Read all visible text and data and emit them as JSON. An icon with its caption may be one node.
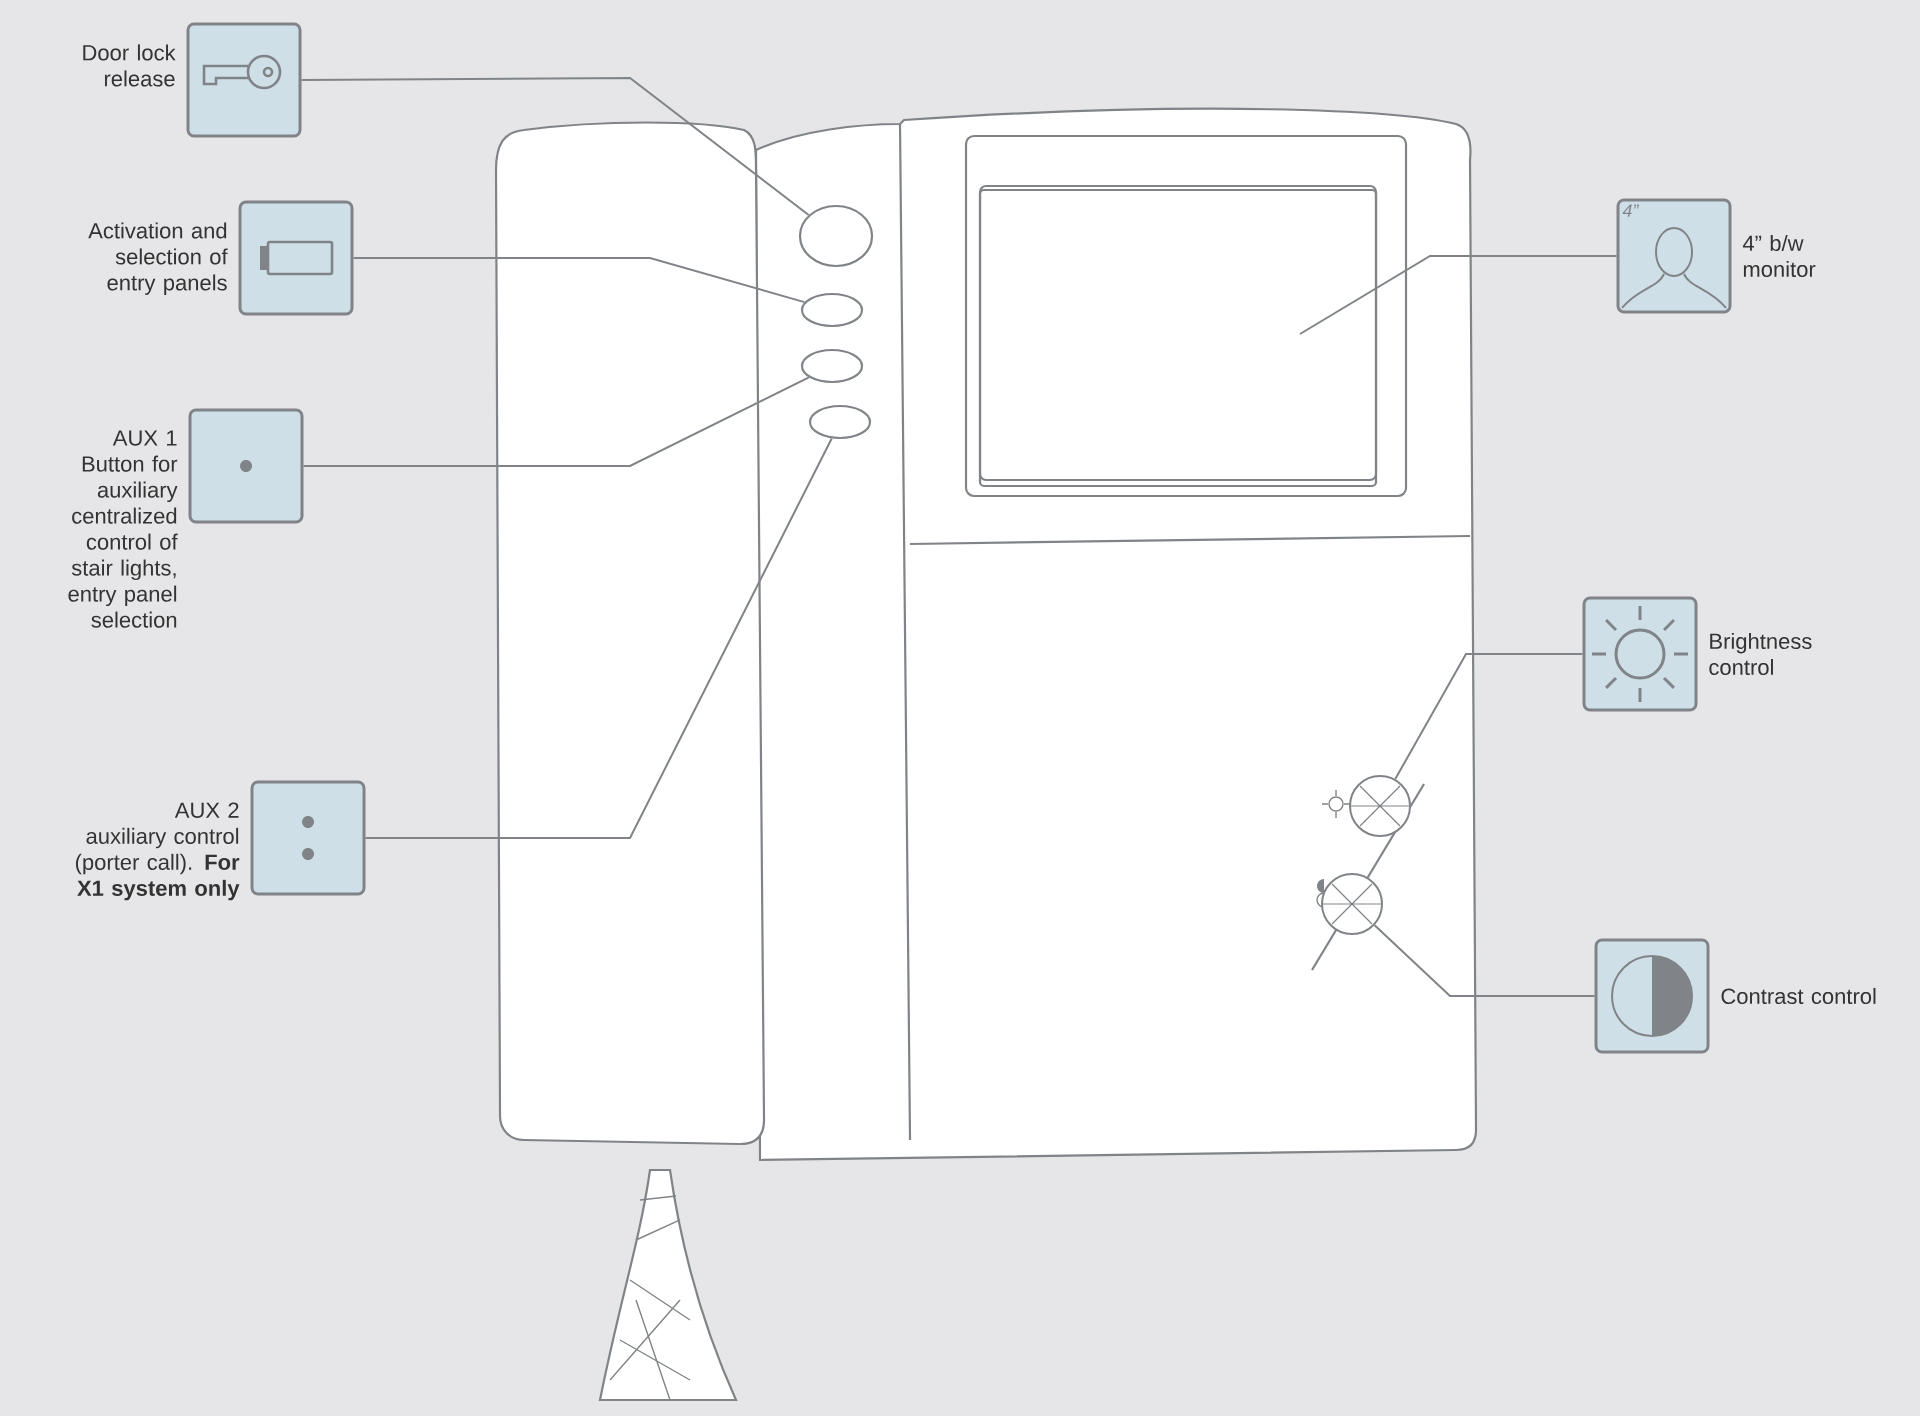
{
  "diagram": {
    "nodes": [
      {
        "text": [
          "Door lock release"
        ]
      },
      {
        "text": [
          "Activation and selection of entry panels"
        ]
      },
      {
        "text": [
          "AUX 1",
          "Button for auxiliary centralized control of stair lights, entry panel selection"
        ]
      },
      {
        "text": [
          "AUX 2",
          "auxiliary control (porter call). **For X1 system only**"
        ]
      },
      {
        "text": [
          "4”",
          "4” b/w monitor"
        ]
      },
      {
        "text": [
          "Brightness control"
        ]
      },
      {
        "text": [
          "Contrast control"
        ]
      },
      {
        "text": [],
        "shape": "circle"
      },
      {
        "text": [],
        "shape": "circle"
      },
      {
        "text": [],
        "shape": "circle"
      },
      {
        "text": [],
        "shape": "circle"
      },
      {
        "text": [],
        "shape": "box"
      },
      {
        "text": [],
        "shape": "circle"
      },
      {
        "text": [],
        "shape": "circle"
      }
    ],
    "edges": [
      {
        "from": 0,
        "to": 7,
        "arrow": "none"
      },
      {
        "from": 1,
        "to": 8,
        "arrow": "none"
      },
      {
        "from": 2,
        "to": 9,
        "arrow": "none"
      },
      {
        "from": 3,
        "to": 10,
        "arrow": "none"
      },
      {
        "from": 4,
        "to": 11,
        "arrow": "none"
      },
      {
        "from": 5,
        "to": 12,
        "arrow": "none"
      },
      {
        "from": 6,
        "to": 13,
        "arrow": "none"
      }
    ]
  }
}
